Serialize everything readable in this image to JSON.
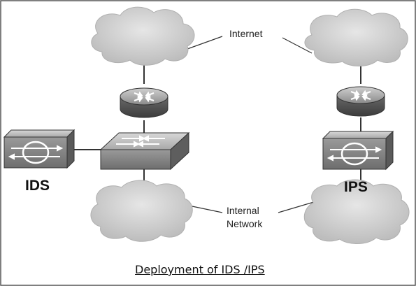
{
  "diagram": {
    "labels": {
      "internet": "Internet",
      "internal_network_line1": "Internal",
      "internal_network_line2": "Network",
      "ids": "IDS",
      "ips": "IPS"
    },
    "caption": "Deployment of IDS /IPS"
  }
}
